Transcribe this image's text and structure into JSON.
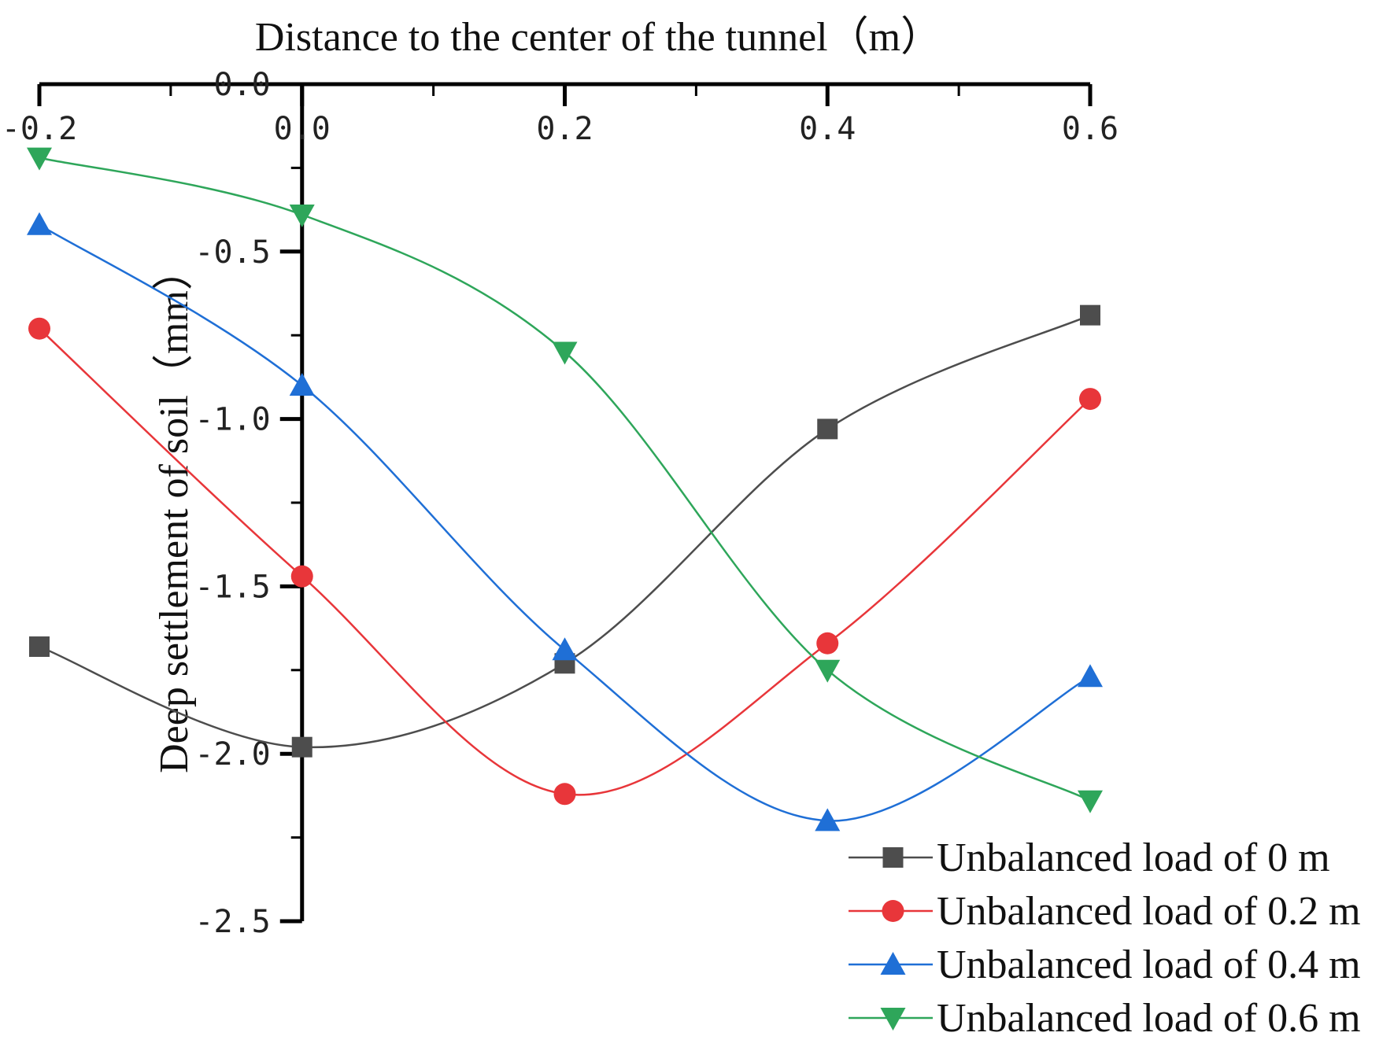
{
  "chart_data": {
    "type": "line",
    "xlabel": "Distance to the center of the tunnel（m）",
    "ylabel": "Deep settlement of soil（mm）",
    "x": [
      -0.2,
      0.0,
      0.2,
      0.4,
      0.6
    ],
    "xlim": [
      -0.2,
      0.6
    ],
    "ylim": [
      -2.5,
      0.0
    ],
    "x_ticks": [
      "-0.2",
      "0.0",
      "0.2",
      "0.4",
      "0.6"
    ],
    "y_ticks": [
      "0.0",
      "-0.5",
      "-1.0",
      "-1.5",
      "-2.0",
      "-2.5"
    ],
    "x_axis_position": "top",
    "y_axis_crosses_at": 0.0,
    "grid": false,
    "legend_position": "bottom-right",
    "series": [
      {
        "name": "Unbalanced load of 0 m",
        "color": "#4d4d4d",
        "marker": "square",
        "values": [
          -1.68,
          -1.98,
          -1.73,
          -1.03,
          -0.69
        ]
      },
      {
        "name": "Unbalanced load of 0.2 m",
        "color": "#e8363a",
        "marker": "circle",
        "values": [
          -0.73,
          -1.47,
          -2.12,
          -1.67,
          -0.94
        ]
      },
      {
        "name": "Unbalanced load of 0.4 m",
        "color": "#1f6fd6",
        "marker": "triangle-up",
        "values": [
          -0.42,
          -0.9,
          -1.69,
          -2.2,
          -1.77
        ]
      },
      {
        "name": "Unbalanced load of 0.6 m",
        "color": "#2ea65a",
        "marker": "triangle-down",
        "values": [
          -0.22,
          -0.39,
          -0.8,
          -1.75,
          -2.14
        ]
      }
    ]
  }
}
